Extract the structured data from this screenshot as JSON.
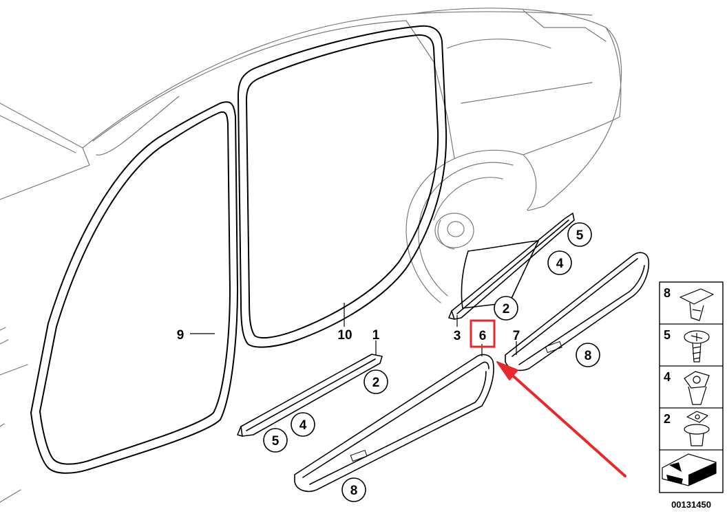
{
  "diagram": {
    "callouts": [
      {
        "id": "c9",
        "text": "9",
        "circled": false
      },
      {
        "id": "c10",
        "text": "10",
        "circled": false
      },
      {
        "id": "c1",
        "text": "1",
        "circled": false
      },
      {
        "id": "c2a",
        "text": "2",
        "circled": true
      },
      {
        "id": "c4a",
        "text": "4",
        "circled": true
      },
      {
        "id": "c5a",
        "text": "5",
        "circled": true
      },
      {
        "id": "c8a",
        "text": "8",
        "circled": true
      },
      {
        "id": "c3",
        "text": "3",
        "circled": false
      },
      {
        "id": "c6",
        "text": "6",
        "circled": false,
        "highlighted": true
      },
      {
        "id": "c7",
        "text": "7",
        "circled": false
      },
      {
        "id": "c2b",
        "text": "2",
        "circled": true
      },
      {
        "id": "c4b",
        "text": "4",
        "circled": true
      },
      {
        "id": "c5b",
        "text": "5",
        "circled": true
      },
      {
        "id": "c8b",
        "text": "8",
        "circled": true
      }
    ],
    "fastener_legend": [
      {
        "number": "8",
        "icon": "clip-icon"
      },
      {
        "number": "5",
        "icon": "screw-icon"
      },
      {
        "number": "4",
        "icon": "nut-icon"
      },
      {
        "number": "2",
        "icon": "rivet-icon"
      }
    ],
    "diagram_id": "00131450",
    "highlight_color": "#e8282a",
    "arrow_color": "#e8282a"
  }
}
